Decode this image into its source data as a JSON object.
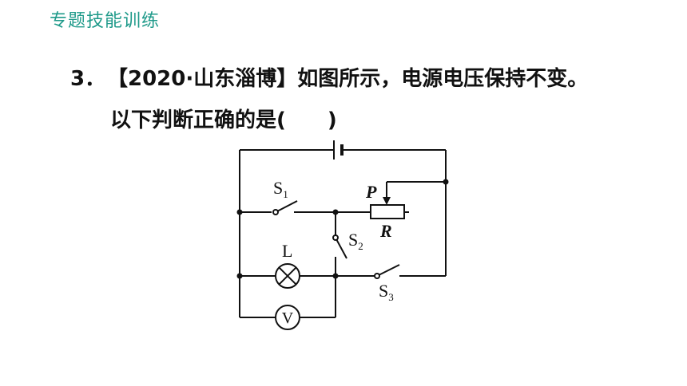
{
  "header": {
    "title": "专题技能训练"
  },
  "question": {
    "number": "3．",
    "source": "【2020·山东淄博】",
    "line1_text": "如图所示，电源电压保持不变。",
    "line2_text": "以下判断正确的是",
    "paren_open": "(",
    "paren_close": ")"
  },
  "circuit": {
    "labels": {
      "s1": "S",
      "s1_sub": "1",
      "s2": "S",
      "s2_sub": "2",
      "s3": "S",
      "s3_sub": "3",
      "p": "P",
      "r": "R",
      "lamp": "L",
      "voltmeter": "V"
    },
    "line_color": "#111111",
    "icons": [
      "battery-icon",
      "switch-icon",
      "rheostat-icon",
      "lamp-icon",
      "voltmeter-icon"
    ]
  }
}
